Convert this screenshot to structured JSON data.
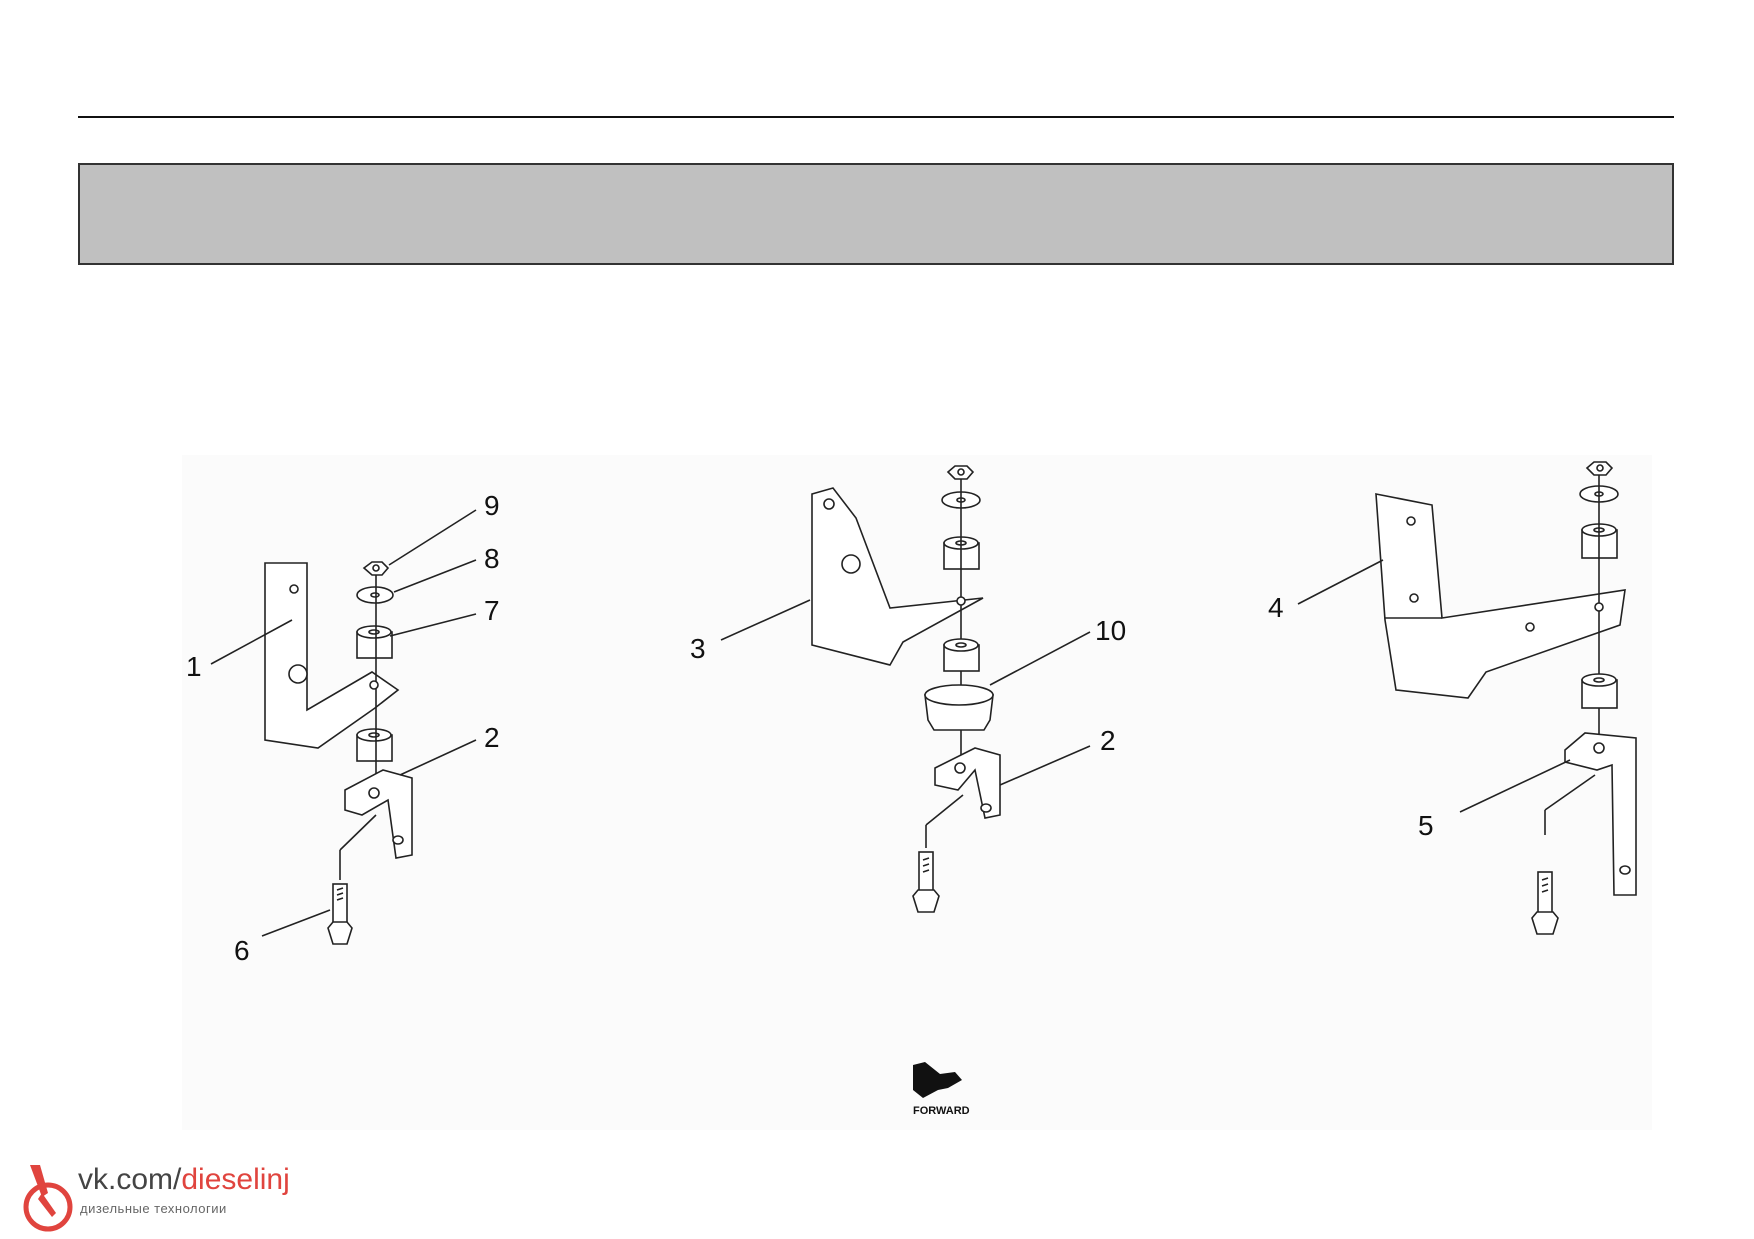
{
  "callouts": {
    "c1": "1",
    "c2a": "2",
    "c2b": "2",
    "c3": "3",
    "c4": "4",
    "c5": "5",
    "c6": "6",
    "c7": "7",
    "c8": "8",
    "c9": "9",
    "c10": "10"
  },
  "forward_label": "FORWARD",
  "watermark": {
    "url_prefix": "vk.com/",
    "url_accent": "dieselinj",
    "subtitle": "дизельные технологии",
    "accent_color": "#e0443e"
  },
  "header": {
    "band_color": "#c0c0c0"
  }
}
